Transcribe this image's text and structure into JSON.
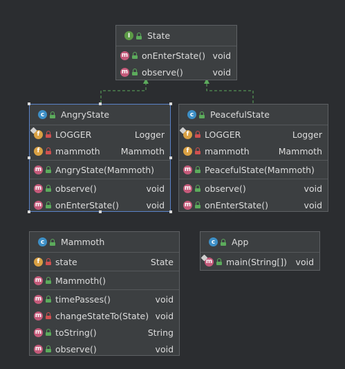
{
  "state": {
    "title": "State",
    "kind_icon": "interface-icon",
    "methods": [
      {
        "name": "onEnterState()",
        "type": "void"
      },
      {
        "name": "observe()",
        "type": "void"
      }
    ]
  },
  "angry": {
    "title": "AngryState",
    "kind_icon": "class-icon",
    "fields": [
      {
        "name": "LOGGER",
        "type": "Logger"
      },
      {
        "name": "mammoth",
        "type": "Mammoth"
      }
    ],
    "constructors": [
      {
        "name": "AngryState(Mammoth)",
        "type": ""
      }
    ],
    "methods": [
      {
        "name": "observe()",
        "type": "void"
      },
      {
        "name": "onEnterState()",
        "type": "void"
      }
    ]
  },
  "peaceful": {
    "title": "PeacefulState",
    "kind_icon": "class-icon",
    "fields": [
      {
        "name": "LOGGER",
        "type": "Logger"
      },
      {
        "name": "mammoth",
        "type": "Mammoth"
      }
    ],
    "constructors": [
      {
        "name": "PeacefulState(Mammoth)",
        "type": ""
      }
    ],
    "methods": [
      {
        "name": "observe()",
        "type": "void"
      },
      {
        "name": "onEnterState()",
        "type": "void"
      }
    ]
  },
  "mammoth": {
    "title": "Mammoth",
    "kind_icon": "class-icon",
    "fields": [
      {
        "name": "state",
        "type": "State"
      }
    ],
    "constructors": [
      {
        "name": "Mammoth()",
        "type": ""
      }
    ],
    "methods": [
      {
        "name": "timePasses()",
        "type": "void"
      },
      {
        "name": "changeStateTo(State)",
        "type": "void"
      },
      {
        "name": "toString()",
        "type": "String"
      },
      {
        "name": "observe()",
        "type": "void"
      }
    ]
  },
  "app": {
    "title": "App",
    "kind_icon": "class-icon",
    "methods": [
      {
        "name": "main(String[])",
        "type": "void"
      }
    ]
  },
  "colors": {
    "background": "#2b2d30",
    "box": "#3c3f41",
    "selection": "#5a82c8",
    "inheritance_arrow": "#5cab5c"
  }
}
